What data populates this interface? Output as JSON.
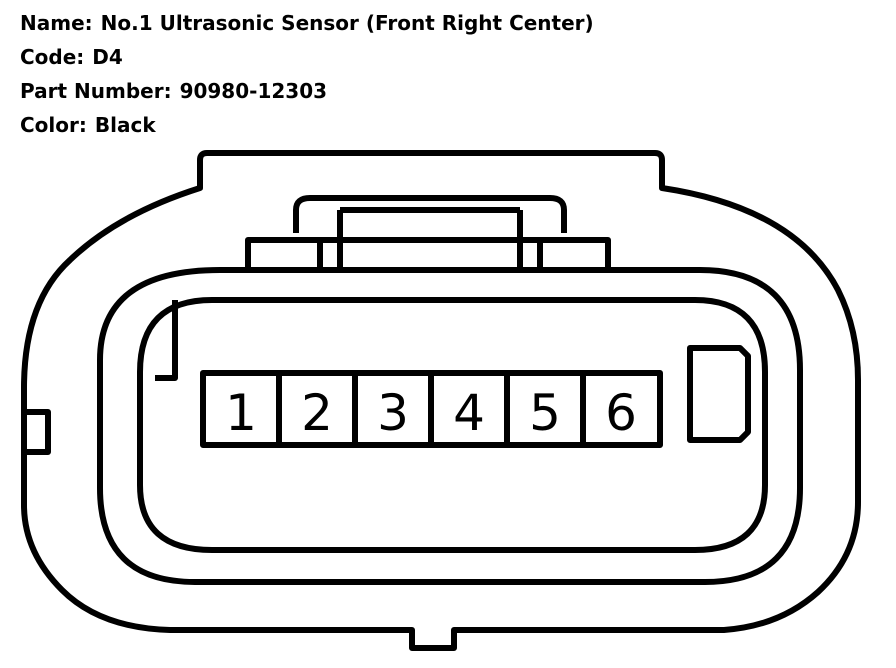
{
  "connector": {
    "name_label": "Name:",
    "name": "No.1 Ultrasonic Sensor (Front Right Center)",
    "code_label": "Code:",
    "code": "D4",
    "part_label": "Part Number:",
    "part_number": "90980-12303",
    "color_label": "Color:",
    "color": "Black"
  },
  "pins": [
    "1",
    "2",
    "3",
    "4",
    "5",
    "6"
  ],
  "colors": {
    "line": "#000000",
    "background": "#ffffff"
  }
}
